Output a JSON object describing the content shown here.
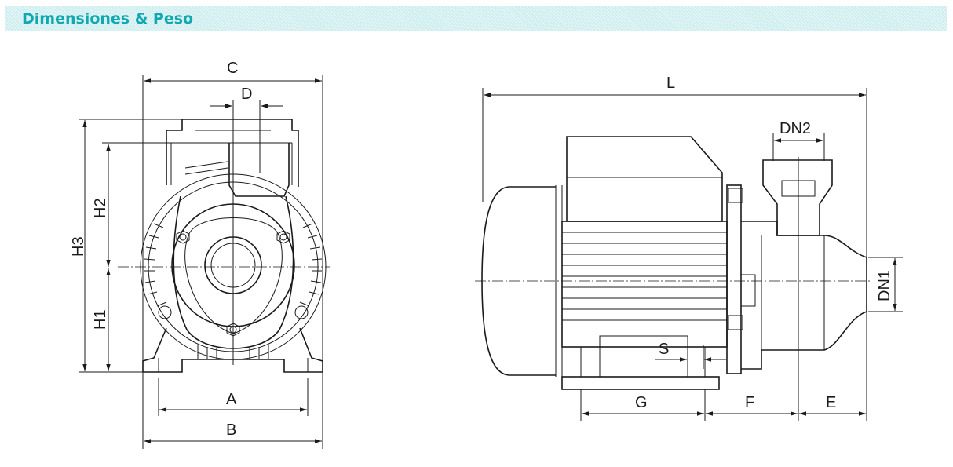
{
  "header": {
    "title": "Dimensiones & Peso"
  },
  "front_view": {
    "labels": {
      "C": "C",
      "D": "D",
      "H3": "H3",
      "H2": "H2",
      "H1": "H1",
      "A": "A",
      "B": "B"
    }
  },
  "side_view": {
    "labels": {
      "L": "L",
      "DN2": "DN2",
      "DN1": "DN1",
      "S": "S",
      "G": "G",
      "F": "F",
      "E": "E"
    }
  },
  "colors": {
    "header_bg": "#cfeef0",
    "header_text": "#12a8b1",
    "line": "#1a1a1a"
  }
}
